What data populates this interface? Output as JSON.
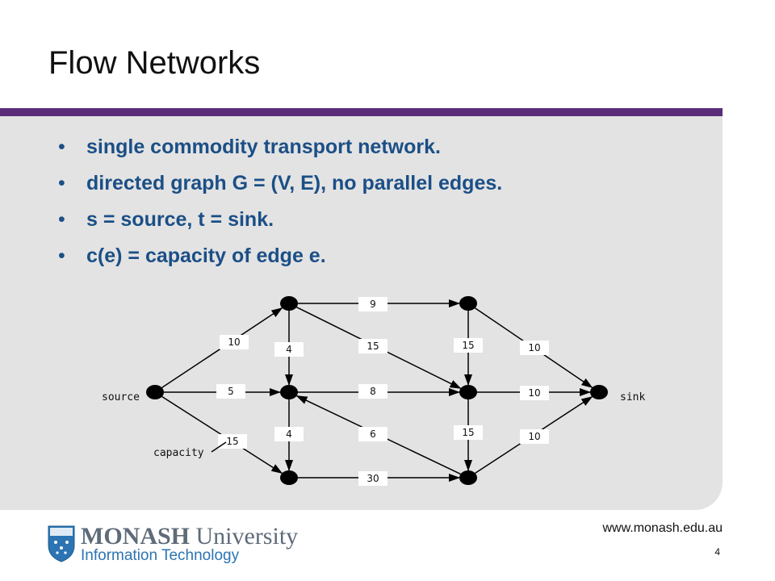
{
  "slide": {
    "title": "Flow Networks",
    "bullets": [
      "single commodity transport network.",
      "directed graph G = (V, E), no parallel edges.",
      "s = source, t = sink.",
      "c(e) = capacity of edge e."
    ],
    "bullet_glyph": "•"
  },
  "diagram": {
    "labels": {
      "source": "source",
      "sink": "sink",
      "capacity": "capacity"
    },
    "nodes": [
      "s",
      "a",
      "b",
      "c",
      "d",
      "e",
      "f",
      "t"
    ],
    "edges": [
      {
        "from": "s",
        "to": "a",
        "capacity": "10"
      },
      {
        "from": "s",
        "to": "b",
        "capacity": "5"
      },
      {
        "from": "s",
        "to": "c",
        "capacity": "15"
      },
      {
        "from": "a",
        "to": "d",
        "capacity": "9"
      },
      {
        "from": "a",
        "to": "e",
        "capacity": "15"
      },
      {
        "from": "a",
        "to": "b",
        "capacity": "4"
      },
      {
        "from": "b",
        "to": "e",
        "capacity": "8"
      },
      {
        "from": "b",
        "to": "c",
        "capacity": "4"
      },
      {
        "from": "f",
        "to": "b",
        "capacity": "6"
      },
      {
        "from": "c",
        "to": "f",
        "capacity": "30"
      },
      {
        "from": "d",
        "to": "e",
        "capacity": "15"
      },
      {
        "from": "e",
        "to": "f",
        "capacity": "15"
      },
      {
        "from": "d",
        "to": "t",
        "capacity": "10"
      },
      {
        "from": "e",
        "to": "t",
        "capacity": "10"
      },
      {
        "from": "f",
        "to": "t",
        "capacity": "10"
      }
    ],
    "colors": {
      "node": "#000000",
      "edge": "#000000",
      "label_bg": "#ffffff"
    }
  },
  "footer": {
    "url": "www.monash.edu.au",
    "page_number": "4",
    "logo_name_bold": "MONASH",
    "logo_name_rest": " University",
    "logo_subtitle": "Information Technology",
    "logo_icon": "crest-shield-icon"
  },
  "colors": {
    "accent_bar": "#5b2d79",
    "panel": "#e3e3e3",
    "bullet_text": "#1b4f86",
    "logo_blue": "#2c74b2",
    "logo_gray": "#5f6b79"
  }
}
